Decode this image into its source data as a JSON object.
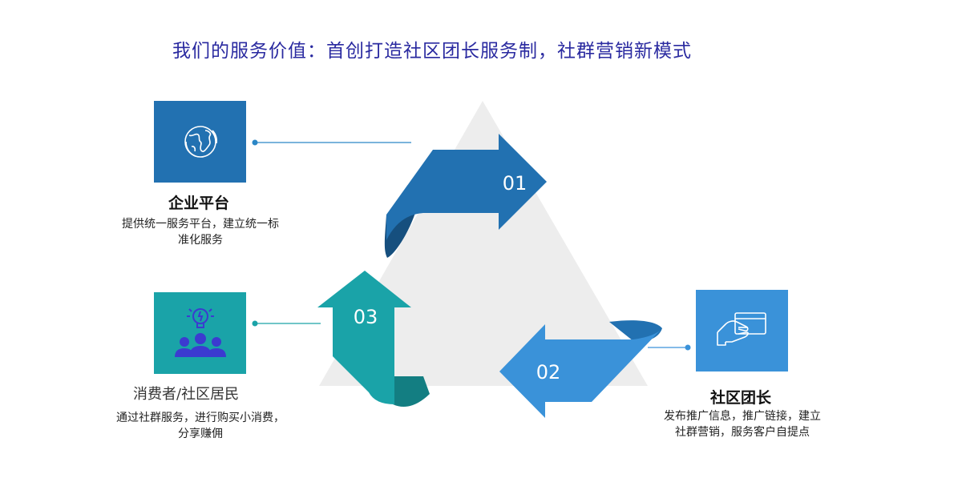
{
  "title": "我们的服务价值：首创打造社区团长服务制，社群营销新模式",
  "nodes": {
    "enterprise": {
      "heading": "企业平台",
      "desc_line1": "提供统一服务平台，建立统一标",
      "desc_line2": "准化服务",
      "icon": "globe-icon"
    },
    "consumer": {
      "heading": "消费者/社区居民",
      "desc_line1": "通过社群服务，进行购买小消费，",
      "desc_line2": "分享赚佣",
      "icon": "people-idea-icon"
    },
    "leader": {
      "heading": "社区团长",
      "desc_line1": "发布推广信息，推广链接，建立",
      "desc_line2": "社群营销，服务客户自提点",
      "icon": "card-in-hand-icon"
    }
  },
  "arrows": {
    "a1": "01",
    "a2": "02",
    "a3": "03"
  },
  "colors": {
    "title": "#2a2aa0",
    "enterprise": "#2271b1",
    "consumer": "#1aa3a8",
    "leader": "#3a92d9",
    "triangle": "#ededed"
  }
}
